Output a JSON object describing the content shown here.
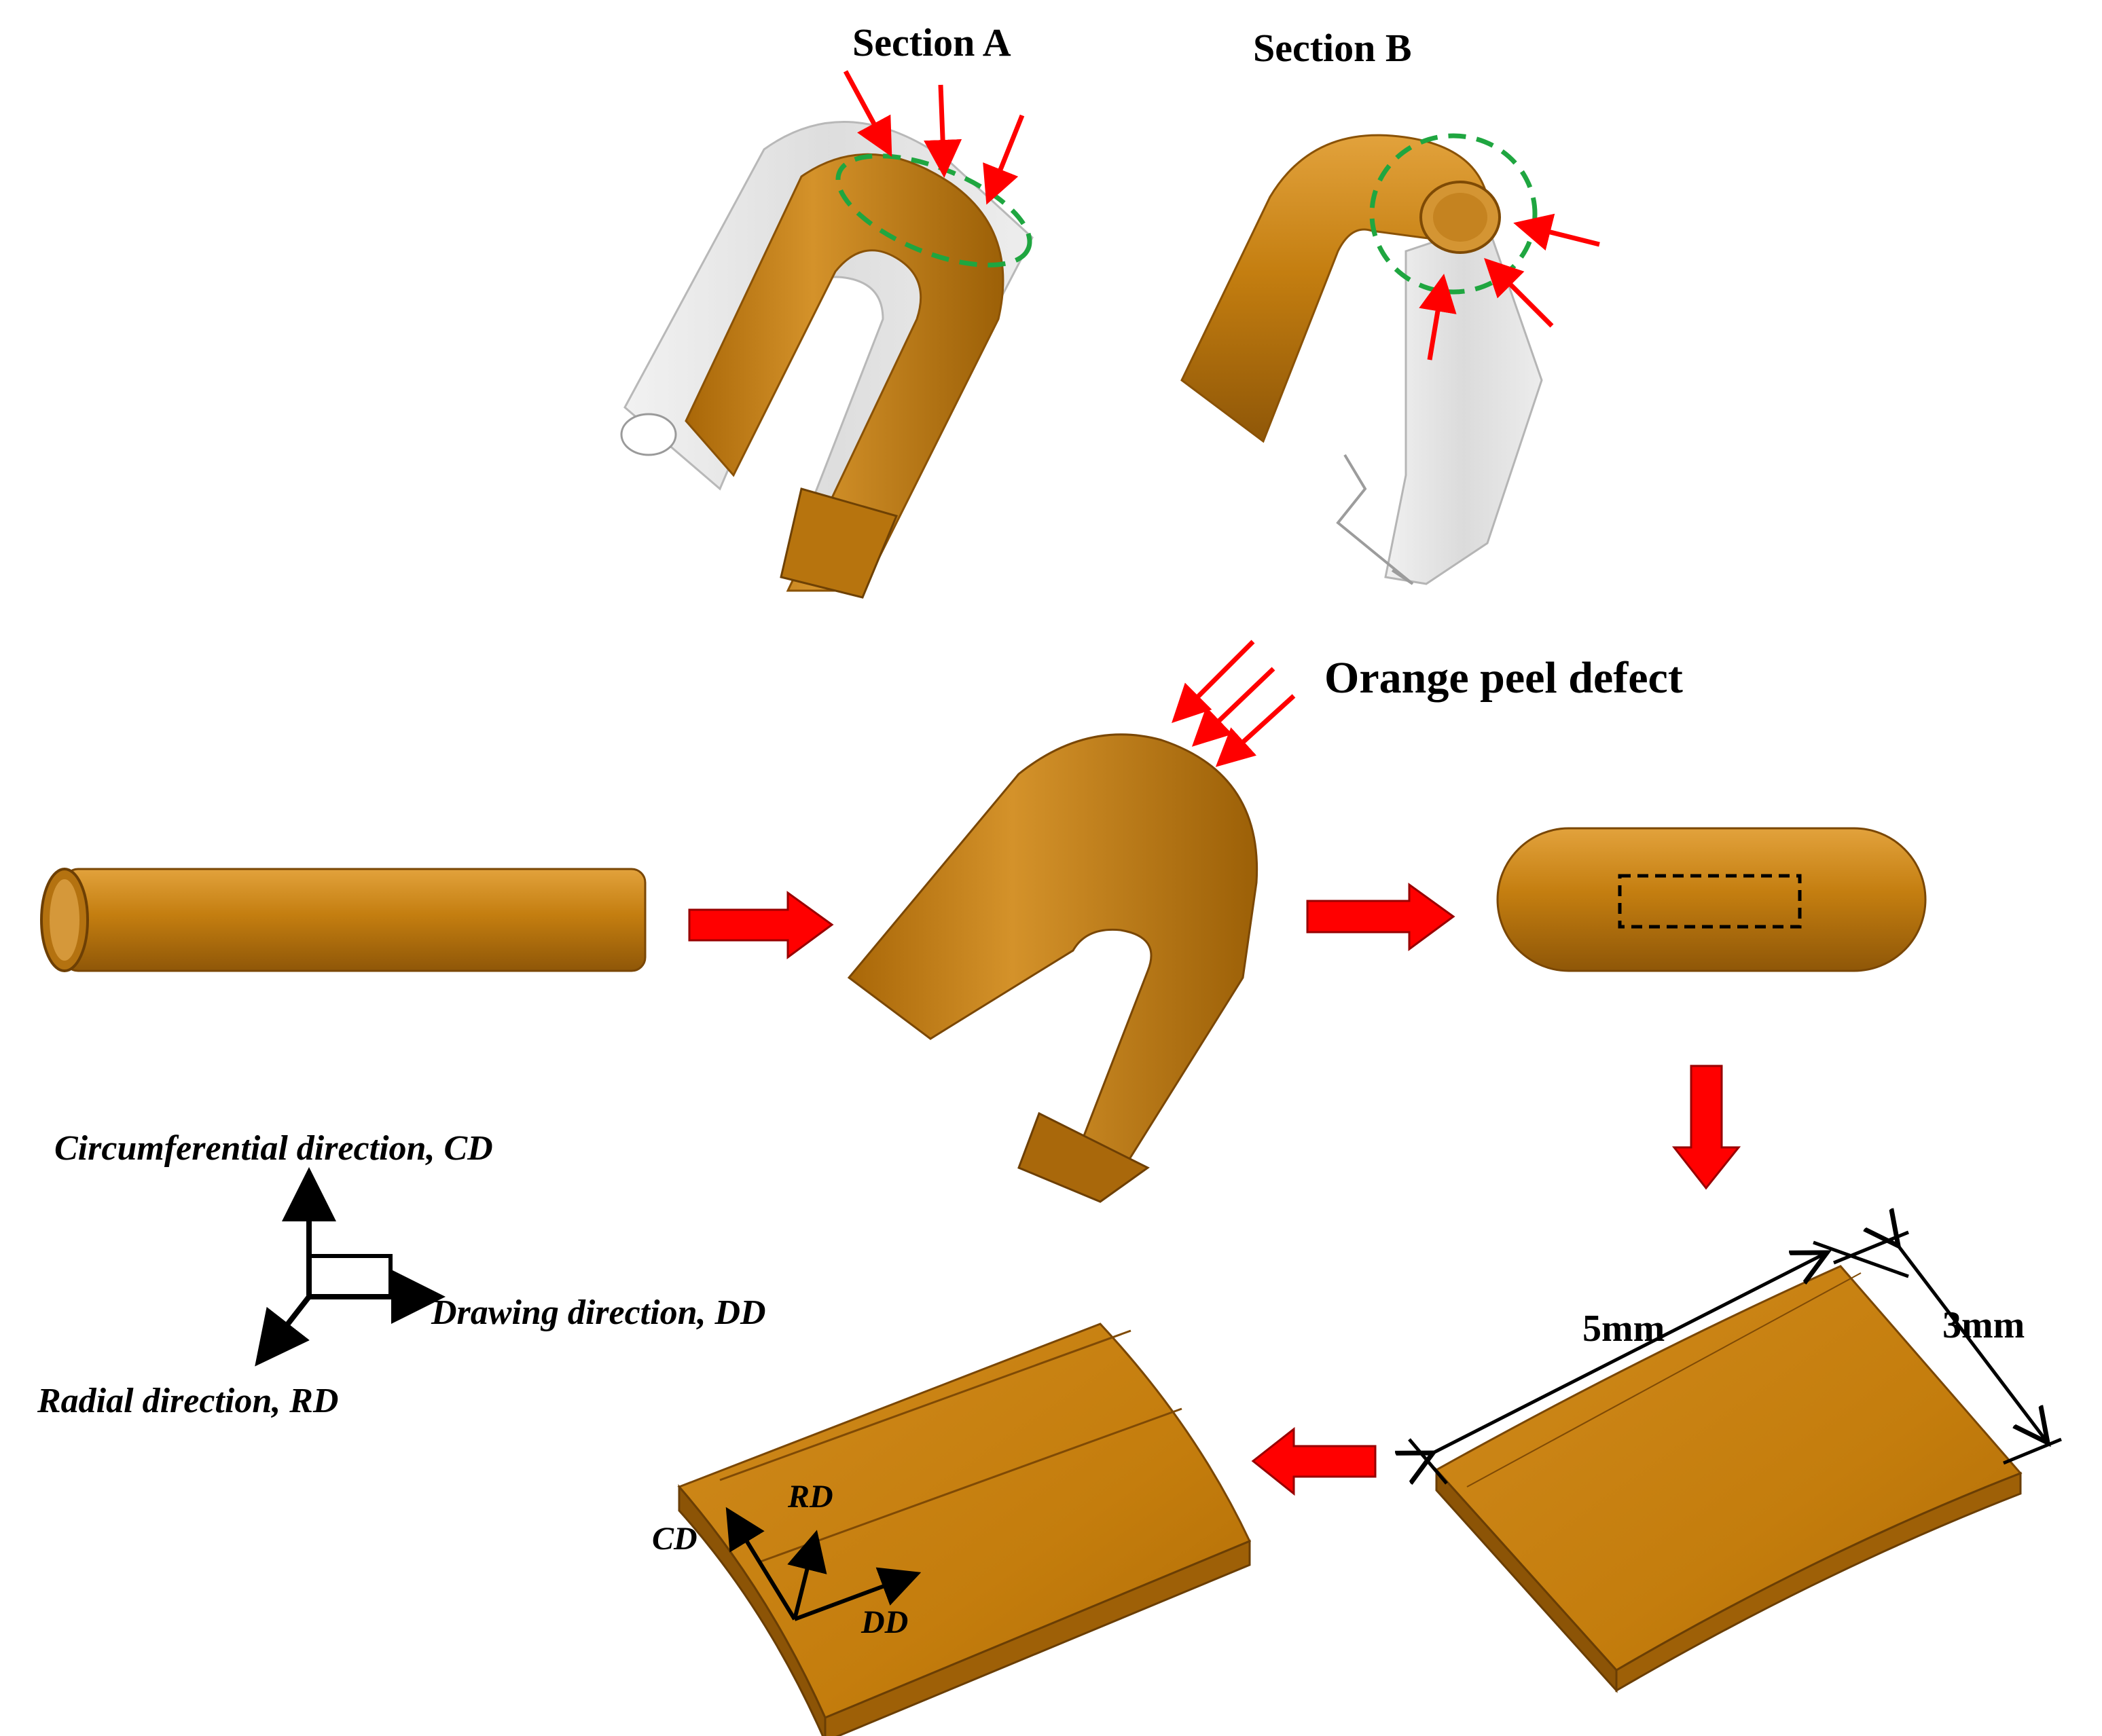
{
  "labels": {
    "section_a": "Section  A",
    "section_b": "Section  B",
    "orange_peel": "Orange peel defect",
    "cd_full": "Circumferential direction, CD",
    "dd_full": "Drawing direction, DD",
    "rd_full": "Radial direction, RD",
    "dim_length": "5mm",
    "dim_width": "3mm",
    "rd_short": "RD",
    "cd_short": "CD",
    "dd_short": "DD"
  },
  "colors": {
    "copper": "#c8820f",
    "copper_dark": "#8a5206",
    "copper_light": "#e9a940",
    "ghost": "#d8d8d8",
    "arrow_red": "#ff0000",
    "ellipse_green": "#1fa640",
    "ink": "#000000"
  }
}
